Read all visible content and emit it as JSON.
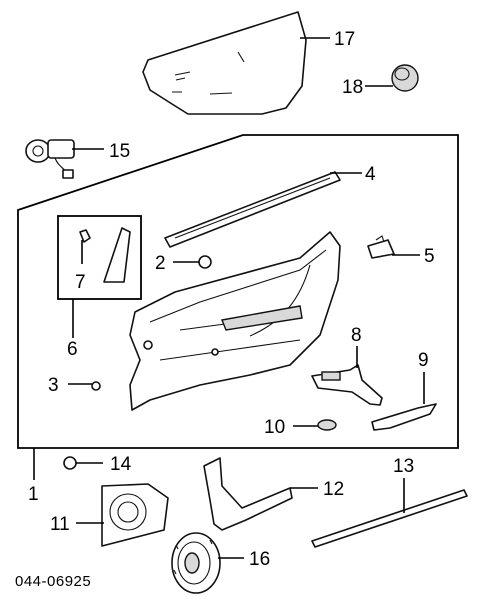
{
  "diagram": {
    "callouts": [
      {
        "id": "c1",
        "label": "1"
      },
      {
        "id": "c2",
        "label": "2"
      },
      {
        "id": "c3",
        "label": "3"
      },
      {
        "id": "c4",
        "label": "4"
      },
      {
        "id": "c5",
        "label": "5"
      },
      {
        "id": "c6",
        "label": "6"
      },
      {
        "id": "c7",
        "label": "7"
      },
      {
        "id": "c8",
        "label": "8"
      },
      {
        "id": "c9",
        "label": "9"
      },
      {
        "id": "c10",
        "label": "10"
      },
      {
        "id": "c11",
        "label": "11"
      },
      {
        "id": "c12",
        "label": "12"
      },
      {
        "id": "c13",
        "label": "13"
      },
      {
        "id": "c14",
        "label": "14"
      },
      {
        "id": "c15",
        "label": "15"
      },
      {
        "id": "c16",
        "label": "16"
      },
      {
        "id": "c17",
        "label": "17"
      },
      {
        "id": "c18",
        "label": "18"
      }
    ],
    "diagram_code": "044-06925",
    "colors": {
      "line": "#000000",
      "background": "#ffffff",
      "shade": "#d9d9d9"
    }
  }
}
